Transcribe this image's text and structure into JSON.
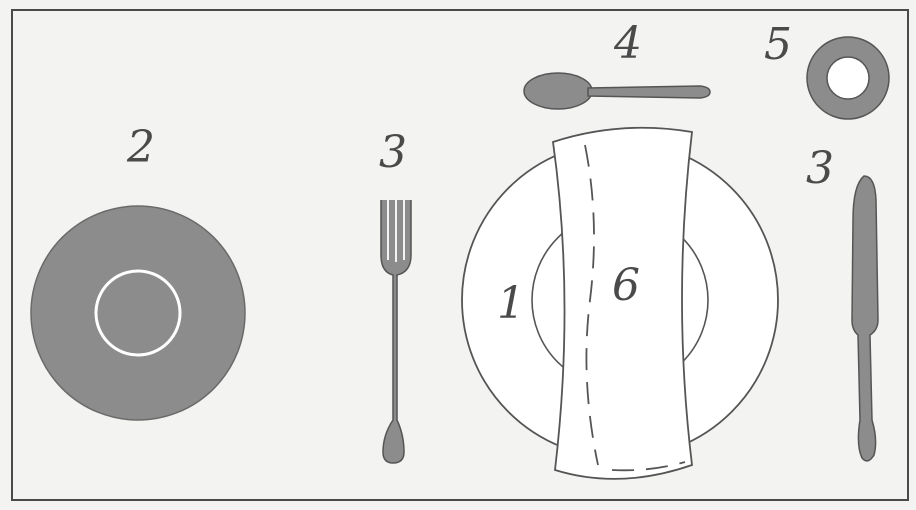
{
  "labels": {
    "plate": "1",
    "bread_plate": "2",
    "cutlery_left": "3",
    "cutlery_right": "3",
    "spoon": "4",
    "ring": "5",
    "napkin": "6"
  },
  "colors": {
    "background": "#f3f3f1",
    "frame": "#4a4a4a",
    "grey_fill": "#8c8c8c",
    "line": "#555555",
    "white": "#ffffff"
  }
}
